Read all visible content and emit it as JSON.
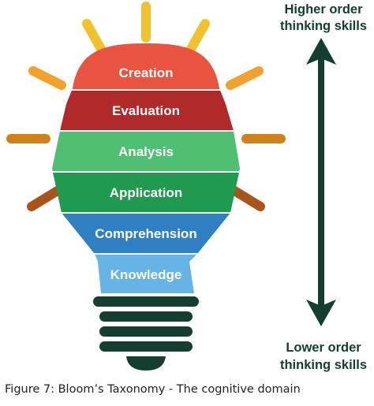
{
  "diagram": {
    "levels": [
      {
        "label": "Creation",
        "color": "#e8543f"
      },
      {
        "label": "Evaluation",
        "color": "#b02a2a"
      },
      {
        "label": "Analysis",
        "color": "#4fbf72"
      },
      {
        "label": "Application",
        "color": "#1f9a4f"
      },
      {
        "label": "Comprehension",
        "color": "#2f7fc3"
      },
      {
        "label": "Knowledge",
        "color": "#66b3e6"
      }
    ],
    "bulb_base_color": "#143e2f",
    "ray_colors": [
      "#f2c12e",
      "#f2a12e",
      "#d08018",
      "#a8541c"
    ],
    "arrow_color": "#143e2f",
    "top_label": [
      "Higher order",
      "thinking skills"
    ],
    "bottom_label": [
      "Lower order",
      "thinking skills"
    ]
  },
  "caption": "Figure 7: Bloom’s Taxonomy - The cognitive domain"
}
